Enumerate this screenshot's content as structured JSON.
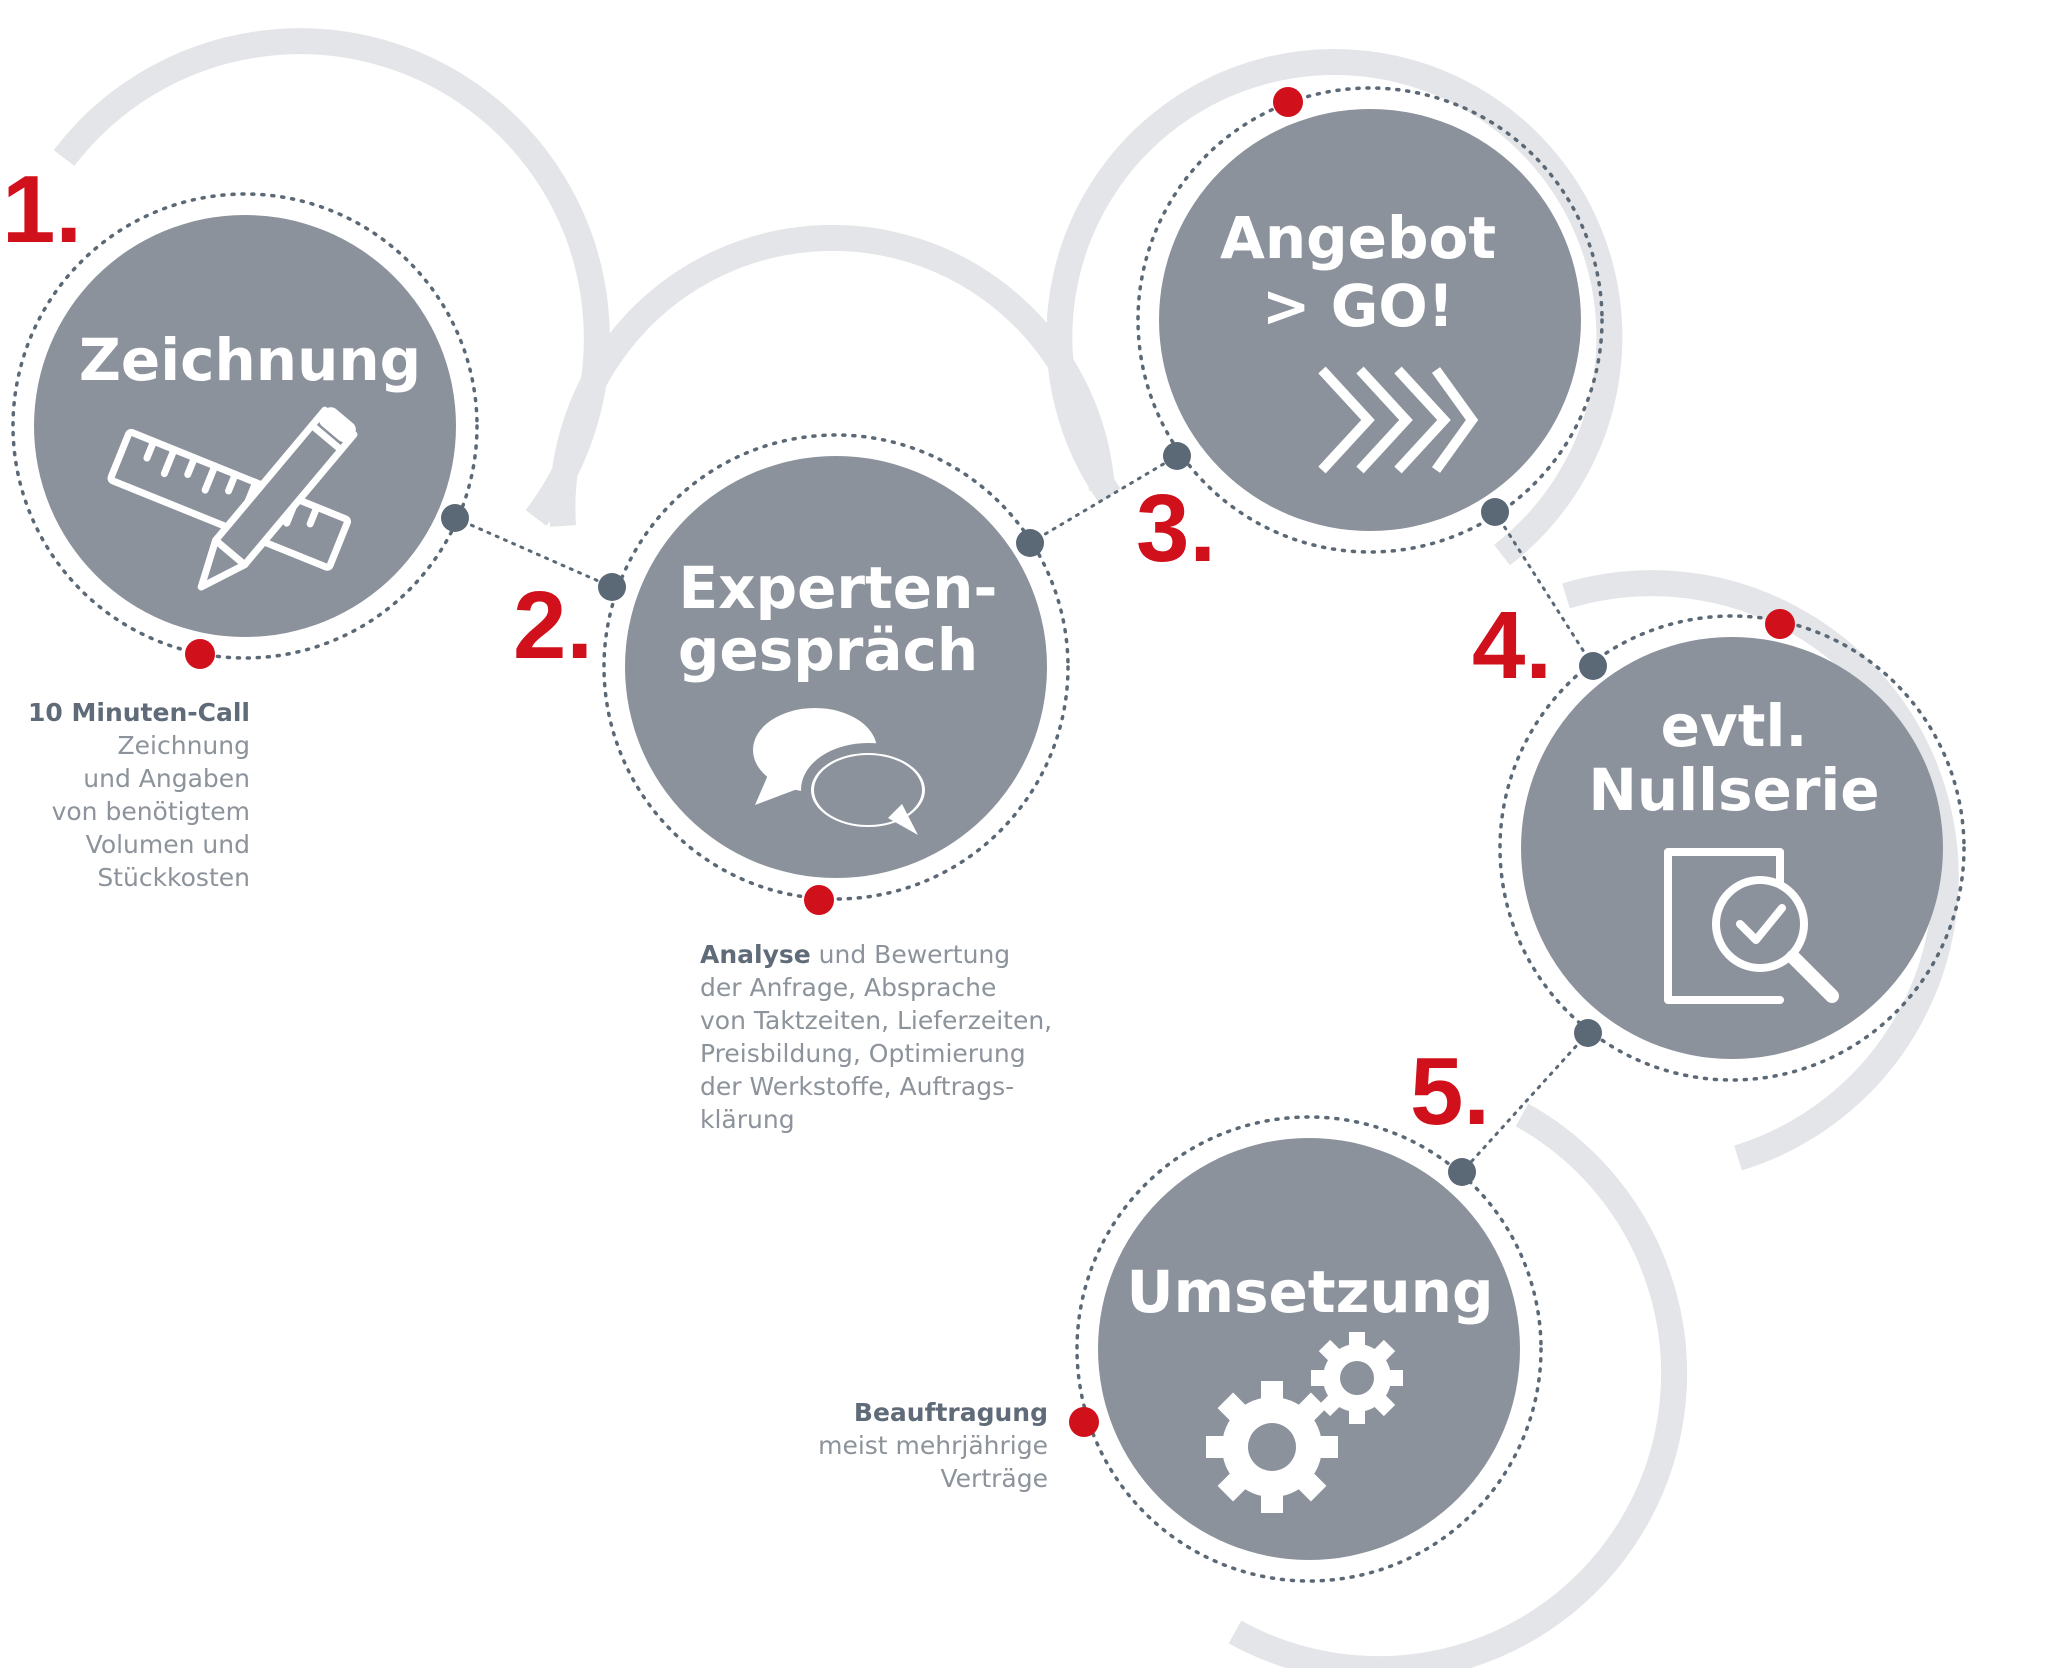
{
  "colors": {
    "circle": "#8b929c",
    "arc": "#e4e5e8",
    "dots": "#5b6875",
    "accent": "#d0101b"
  },
  "steps": [
    {
      "number": "1.",
      "title_lines": [
        "Zeichnung"
      ],
      "icon": "ruler-pencil-icon",
      "desc_bold": "10 Minuten-Call",
      "desc_lines": [
        "Zeichnung",
        "und Angaben",
        "von benötigtem",
        "Volumen und",
        "Stückkosten"
      ]
    },
    {
      "number": "2.",
      "title_lines": [
        "Experten-",
        "gespräch"
      ],
      "icon": "speech-bubbles-icon",
      "desc_bold": "Analyse",
      "desc_first_rest": " und Bewertung",
      "desc_lines": [
        "der Anfrage, Absprache",
        "von Taktzeiten, Lieferzeiten,",
        "Preisbildung, Optimierung",
        "der Werkstoffe, Auftrags-",
        "klärung"
      ]
    },
    {
      "number": "3.",
      "title_lines": [
        "Angebot",
        "> GO!"
      ],
      "icon": "chevrons-right-icon"
    },
    {
      "number": "4.",
      "title_lines": [
        "evtl.",
        "Nullserie"
      ],
      "icon": "document-magnifier-check-icon"
    },
    {
      "number": "5.",
      "title_lines": [
        "Umsetzung"
      ],
      "icon": "gears-icon",
      "desc_bold": "Beauftragung",
      "desc_lines": [
        "meist mehrjährige",
        "Verträge"
      ]
    }
  ]
}
